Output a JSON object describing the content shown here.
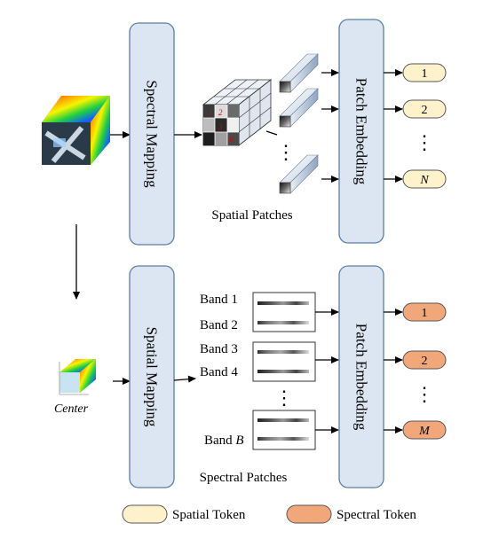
{
  "top_branch": {
    "spectral_mapping_label": "Spectral Mapping",
    "patch_embedding_label": "Patch Embedding",
    "patches_caption": "Spatial Patches",
    "grid_labels": [
      "1",
      "2",
      "3",
      "N"
    ],
    "tokens": [
      "1",
      "2",
      "N"
    ],
    "ellipsis": "⋮"
  },
  "bottom_branch": {
    "spatial_mapping_label": "Spatial Mapping",
    "patch_embedding_label": "Patch Embedding",
    "patches_caption": "Spectral Patches",
    "center_label": "Center",
    "band_labels": [
      "Band 1",
      "Band 2",
      "Band 3",
      "Band 4"
    ],
    "band_last_prefix": "Band",
    "band_last_var": "B",
    "tokens": [
      "1",
      "2",
      "M"
    ],
    "ellipsis": "⋮"
  },
  "legend": {
    "spatial_token": "Spatial Token",
    "spectral_token": "Spectral Token"
  },
  "colors": {
    "box_fill": "#dce6f2",
    "box_stroke": "#5b7ea6",
    "spatial_token_fill": "#fdf2cc",
    "spectral_token_fill": "#f2a77a",
    "token_stroke": "#555555"
  }
}
